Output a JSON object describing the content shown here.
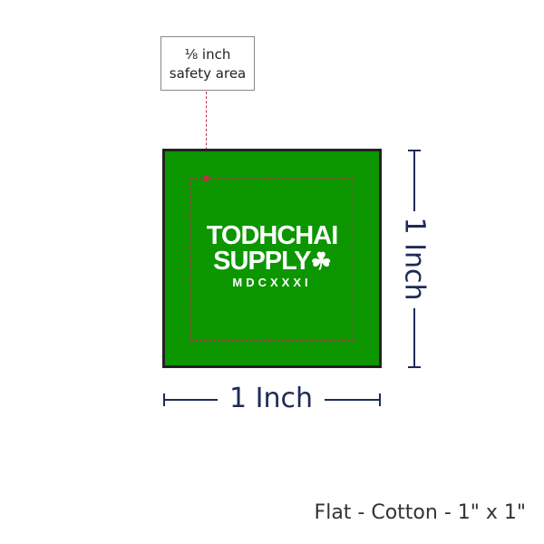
{
  "callout": {
    "line1": "⅛ inch",
    "line2": "safety area"
  },
  "logo": {
    "line1": "TODHCHAI",
    "line2": "SUPPLY",
    "line3": "MDCXXXI",
    "icon": "shamrock-icon"
  },
  "dimensions": {
    "height_label": "1 Inch",
    "width_label": "1 Inch"
  },
  "caption": "Flat - Cotton - 1\" x 1\"",
  "colors": {
    "patch": "#0c9600",
    "dimension": "#1e2a5a",
    "safety": "#c0304a"
  }
}
